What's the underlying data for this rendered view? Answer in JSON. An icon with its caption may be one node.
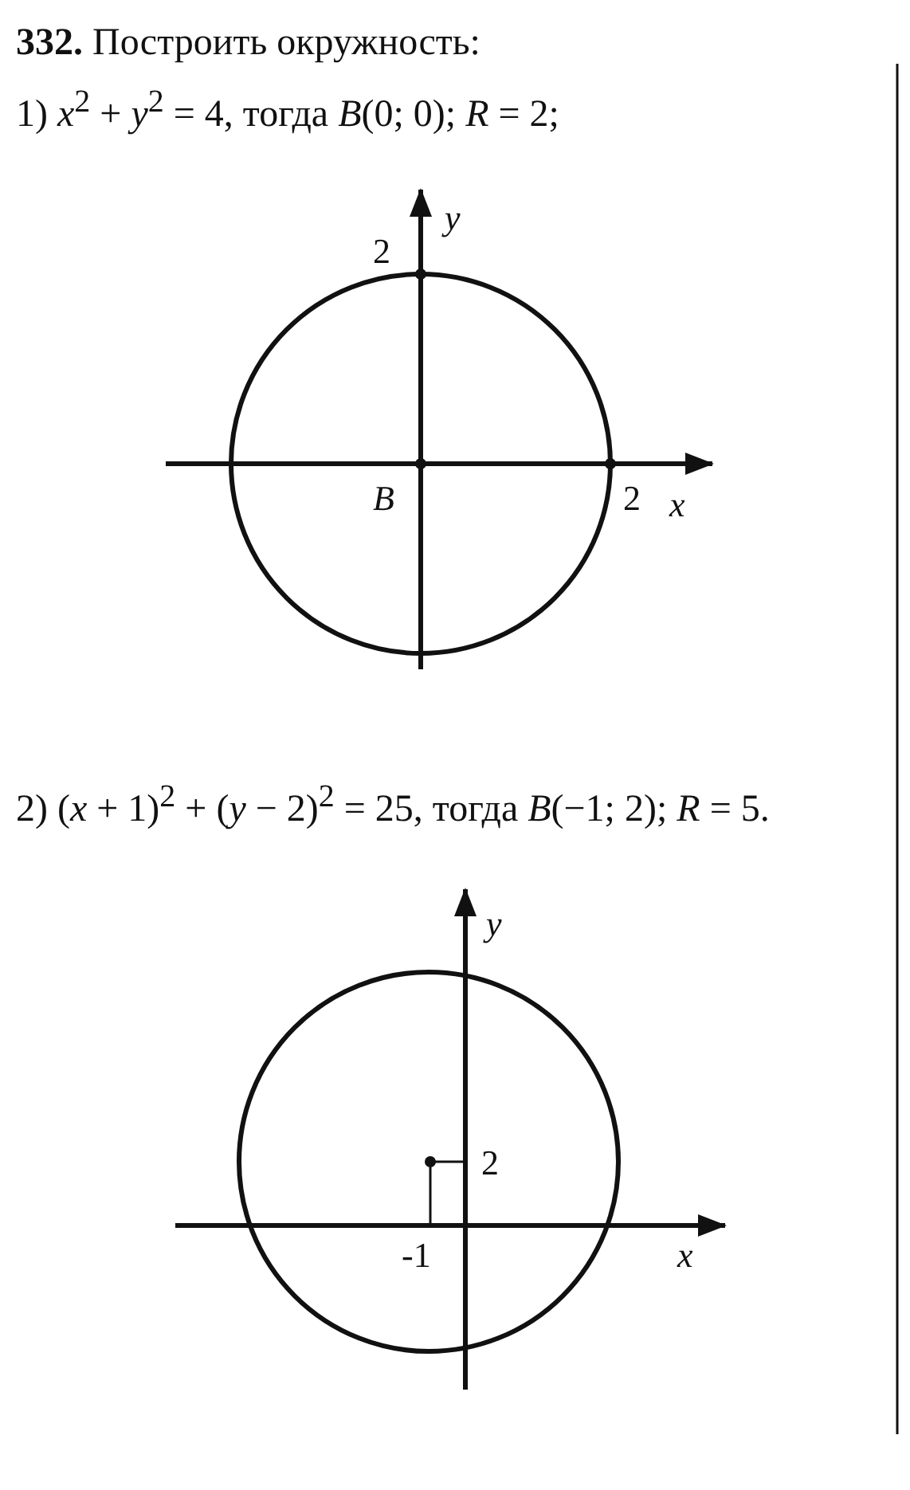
{
  "diagram": {
    "title": "**332.** Построить окружность:",
    "labels": [
      "1) *x*$^{2}$ + *y*$^{2}$ = 4, тогда *B*(0; 0); *R* = 2;",
      "*y*",
      "2",
      "*B*",
      "2",
      "*x*",
      "2) (*x* + 1)$^{2}$ + (*y* − 2)$^{2}$ = 25, тогда *B*(−1; 2); *R* = 5.",
      "*y*",
      "2",
      "-1",
      "*x*"
    ]
  }
}
